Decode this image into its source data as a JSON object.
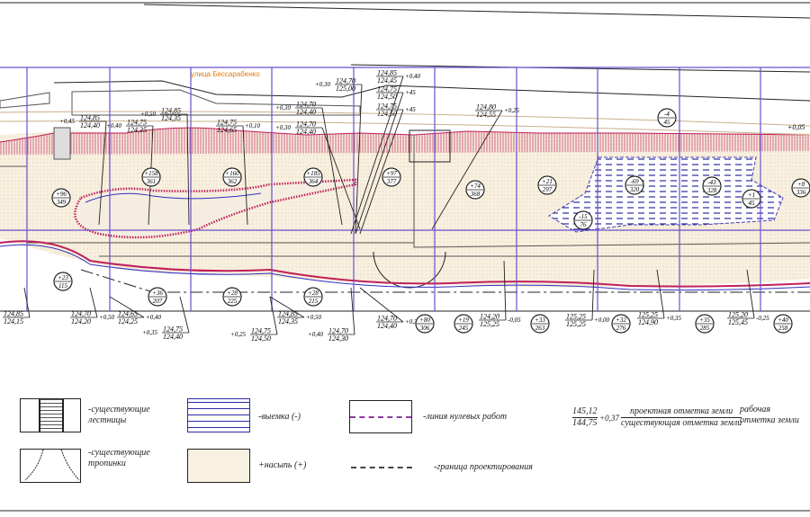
{
  "street_label": "улица Бессарабенко",
  "edge_label": "+0,05",
  "colors": {
    "grid": "#6a4fd0",
    "fill_zone": "#f7eedd",
    "cut_zone": "#2a2aa0",
    "zero_line": "#c0205a",
    "street": "#e07a10"
  },
  "elevation_marks": [
    {
      "top": "124,85",
      "bottom": "124,40",
      "work": "+0,45"
    },
    {
      "top": "124,75",
      "bottom": "124,35",
      "work": "+0,40"
    },
    {
      "top": "124,85",
      "bottom": "124,35",
      "work": "+0,50"
    },
    {
      "top": "124,75",
      "bottom": "124,65",
      "work": "+0,10"
    },
    {
      "top": "124,70",
      "bottom": "125,00",
      "work": "+0,30"
    },
    {
      "top": "124,70",
      "bottom": "124,40",
      "work": "+0,30"
    },
    {
      "top": "124,70",
      "bottom": "124,40",
      "work": "+0,30"
    },
    {
      "top": "124,85",
      "bottom": "124,45",
      "work": "+0,40"
    },
    {
      "top": "124,75",
      "bottom": "124,50",
      "work": "+45"
    },
    {
      "top": "124,75",
      "bottom": "124,50",
      "work": "+45"
    },
    {
      "top": "124,80",
      "bottom": "124,55",
      "work": "+0,25"
    },
    {
      "top": "124,85",
      "bottom": "124,15",
      "work": ""
    },
    {
      "top": "124,70",
      "bottom": "124,20",
      "work": "+0,50"
    },
    {
      "top": "124,65",
      "bottom": "124,25",
      "work": "+0,40"
    },
    {
      "top": "124,75",
      "bottom": "124,40",
      "work": "+0,35"
    },
    {
      "top": "124,75",
      "bottom": "124,50",
      "work": "+0,25"
    },
    {
      "top": "124,85",
      "bottom": "124,35",
      "work": "+0,50"
    },
    {
      "top": "124,70",
      "bottom": "124,30",
      "work": "+0,40"
    },
    {
      "top": "124,70",
      "bottom": "124,40",
      "work": "+0,30"
    },
    {
      "top": "124,20",
      "bottom": "125,25",
      "work": "-0,05"
    },
    {
      "top": "125,25",
      "bottom": "125,25",
      "work": "+0,00"
    },
    {
      "top": "125,25",
      "bottom": "124,90",
      "work": "+0,35"
    },
    {
      "top": "125,20",
      "bottom": "125,45",
      "work": "-0,25"
    }
  ],
  "volume_circles": [
    {
      "top": "-4",
      "bottom": "45"
    },
    {
      "top": "+158",
      "bottom": "361"
    },
    {
      "top": "+160",
      "bottom": "362"
    },
    {
      "top": "+185",
      "bottom": "364"
    },
    {
      "top": "+97",
      "bottom": "377"
    },
    {
      "top": "+96",
      "bottom": "349"
    },
    {
      "top": "+74",
      "bottom": "368"
    },
    {
      "top": "+21",
      "bottom": "297"
    },
    {
      "top": "-69",
      "bottom": "320"
    },
    {
      "top": "-43",
      "bottom": "328"
    },
    {
      "top": "+8",
      "bottom": "336"
    },
    {
      "top": "+1",
      "bottom": "45"
    },
    {
      "top": "-15",
      "bottom": "76"
    },
    {
      "top": "+23",
      "bottom": "115"
    },
    {
      "top": "+36",
      "bottom": "207"
    },
    {
      "top": "+28",
      "bottom": "225"
    },
    {
      "top": "+28",
      "bottom": "215"
    },
    {
      "top": "+80",
      "bottom": "306"
    },
    {
      "top": "+19",
      "bottom": "245"
    },
    {
      "top": "+33",
      "bottom": "263"
    },
    {
      "top": "+32",
      "bottom": "276"
    },
    {
      "top": "+35",
      "bottom": "285"
    },
    {
      "top": "+40",
      "bottom": "258"
    }
  ],
  "legend": {
    "stairs": "-существующие лестницы",
    "paths": "-существующие тропинки",
    "cut": "-выемка (-)",
    "fill": "+насыпь (+)",
    "zero_line": "-линия нулевых работ",
    "boundary": "-граница проектирования",
    "example": {
      "design": "145,12",
      "existing": "144,75",
      "work": "+0,37",
      "design_label": "проектная отметка земли",
      "existing_label": "существующая отметка земли",
      "work_label": "рабочая отметка земли"
    }
  }
}
